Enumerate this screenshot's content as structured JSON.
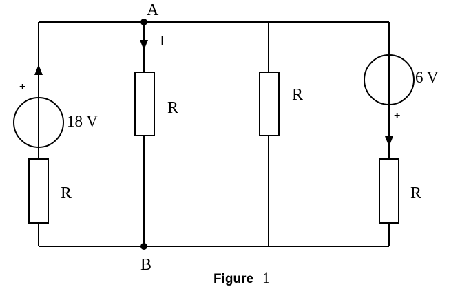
{
  "diagram": {
    "nodes": {
      "top": "A",
      "bottom": "B"
    },
    "current": {
      "label": "I",
      "direction": "down"
    },
    "branches": [
      {
        "source": {
          "voltage": "18 V",
          "polarity": "+",
          "arrow": "up"
        },
        "resistor": "R"
      },
      {
        "resistor": "R"
      },
      {
        "resistor": "R"
      },
      {
        "source": {
          "voltage": "6 V",
          "polarity": "+",
          "arrow": "down"
        },
        "resistor": "R"
      }
    ],
    "caption": {
      "word": "Figure",
      "number": "1"
    }
  },
  "colors": {
    "line": "#000000",
    "background": "#ffffff"
  }
}
